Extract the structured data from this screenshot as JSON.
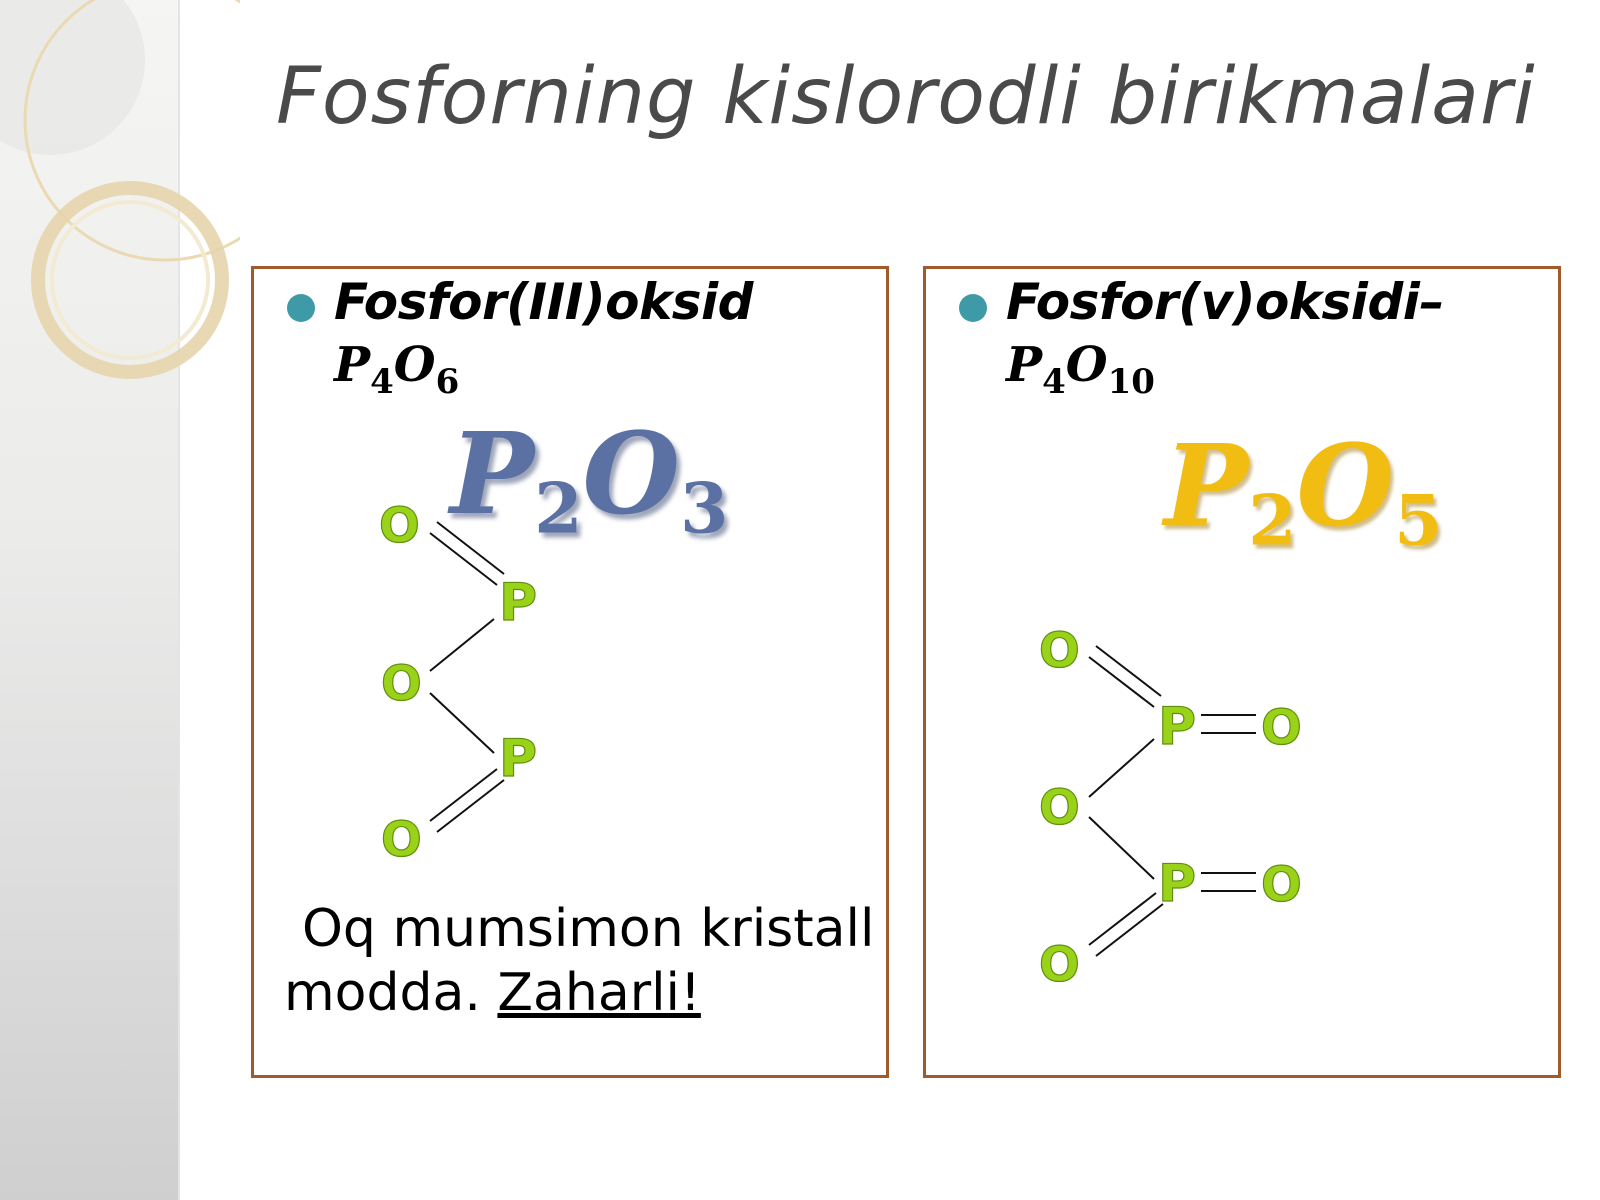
{
  "slide": {
    "title": "Fosforning kislorodli birikmalari"
  },
  "left_panel": {
    "name": "Fosfor(III)oksid",
    "formula": {
      "el1": "P",
      "n1": "4",
      "el2": "O",
      "n2": "6"
    },
    "big_formula": {
      "el1": "P",
      "n1": "2",
      "el2": "O",
      "n2": "3"
    },
    "structure": {
      "atoms": [
        "O",
        "P",
        "O",
        "P",
        "O"
      ]
    },
    "note_line1": "Oq mumsimon kristall",
    "note_line2_prefix": "modda. ",
    "note_warning": "Zaharli!"
  },
  "right_panel": {
    "name": "Fosfor(v)oksidi–",
    "formula": {
      "el1": "P",
      "n1": "4",
      "el2": "O",
      "n2": "10"
    },
    "big_formula": {
      "el1": "P",
      "n1": "2",
      "el2": "O",
      "n2": "5"
    },
    "structure": {
      "atoms": [
        "O",
        "P",
        "O",
        "O",
        "P",
        "O",
        "O"
      ]
    }
  },
  "colors": {
    "panel_border": "#a05a2c",
    "bullet": "#3f9aa8",
    "atom_green": "#9ad21a",
    "formula_blue": "#5b71a3",
    "formula_gold": "#f1bd12"
  }
}
